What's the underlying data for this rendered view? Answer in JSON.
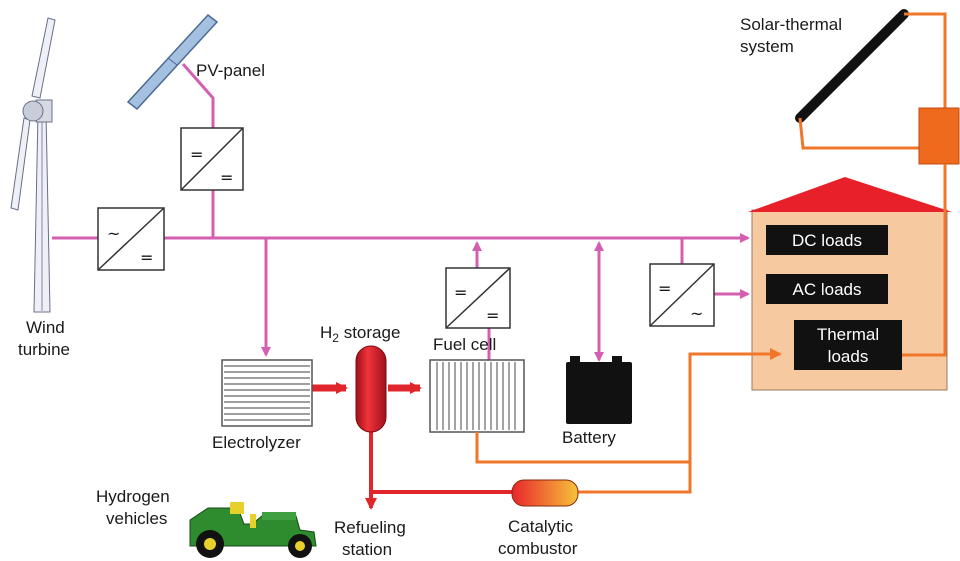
{
  "labels": {
    "pv_panel": "PV-panel",
    "solar_thermal_1": "Solar-thermal",
    "solar_thermal_2": "system",
    "wind_1": "Wind",
    "wind_2": "turbine",
    "h2_storage_pre": "H",
    "h2_storage_sub": "2",
    "h2_storage_post": " storage",
    "fuel_cell": "Fuel cell",
    "electrolyzer": "Electrolyzer",
    "battery": "Battery",
    "dc_loads": "DC loads",
    "ac_loads": "AC loads",
    "thermal_loads_1": "Thermal",
    "thermal_loads_2": "loads",
    "hydrogen_vehicles_1": "Hydrogen",
    "hydrogen_vehicles_2": "vehicles",
    "refueling_1": "Refueling",
    "refueling_2": "station",
    "catalytic_1": "Catalytic",
    "catalytic_2": "combustor"
  },
  "converters": {
    "pv_dcdc": {
      "top": "=",
      "bottom": "="
    },
    "wind_acdc": {
      "top": "~",
      "bottom": "="
    },
    "fuelcell_dcdc": {
      "top": "=",
      "bottom": "="
    },
    "load_dcac": {
      "top": "=",
      "bottom": "~"
    }
  },
  "colors": {
    "dc_bus": "#d35fb0",
    "hydrogen": "#e0262b",
    "heat": "#f0762a",
    "house_fill": "#f7c9a0",
    "roof": "#e8202a",
    "load_box": "#111111"
  }
}
